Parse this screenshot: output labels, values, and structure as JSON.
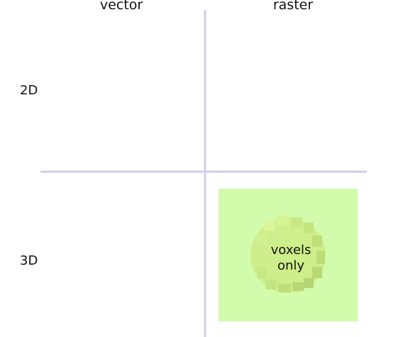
{
  "columns": {
    "left": "vector",
    "right": "raster"
  },
  "rows": {
    "top": "2D",
    "bottom": "3D"
  },
  "cell": {
    "line1": "voxels",
    "line2": "only"
  },
  "colors": {
    "axis": "#cfcde8",
    "cell_fill": "#d2fcab",
    "sphere_fill": "#cdee8a",
    "sphere_shade": "#bcde78",
    "text": "#111111"
  }
}
